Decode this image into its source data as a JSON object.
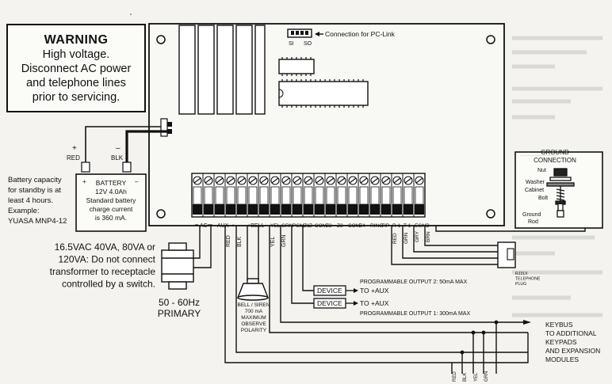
{
  "warning": {
    "title": "WARNING",
    "lines": [
      "High voltage.",
      "Disconnect AC power",
      "and telephone lines",
      "prior to servicing."
    ]
  },
  "pc_link": {
    "label": "Connection for PC-Link",
    "pins": [
      "SI",
      "SO"
    ]
  },
  "battery": {
    "red_label": "RED",
    "blk_label": "BLK",
    "plus": "+",
    "minus": "–",
    "box_lines": [
      "BATTERY",
      "12V  4.0Ah",
      "Standard battery",
      "charge current",
      "is 360 mA."
    ],
    "capacity_lines": [
      "Battery capacity",
      "for standby is at",
      "least 4 hours.",
      "Example:",
      "YUASA MNP4-12"
    ]
  },
  "terminals": [
    "AC",
    "AUX",
    "BELL",
    "YEL",
    "GRN",
    "PGM",
    "Z1",
    "COM",
    "Z2",
    "Z3",
    "COM",
    "Z4",
    "RING",
    "TIP",
    "R-1",
    "T-1",
    "EGND"
  ],
  "terminal_marks": {
    "aux_plus": "+",
    "bell_plus": "+BELL–",
    "pgm2": "2"
  },
  "wire_labels": {
    "red": "RED",
    "blk": "BLK",
    "yel": "YEL",
    "grn": "GRN",
    "brn": "BRN",
    "gry": "GRY"
  },
  "transformer_text": [
    "16.5VAC 40VA, 80VA or",
    "120VA: Do not connect",
    "transformer to receptacle",
    "controlled by a switch."
  ],
  "primary": [
    "50 - 60Hz",
    "PRIMARY"
  ],
  "siren": [
    "BELL / SIREN",
    "700 mA",
    "MAXIMUM",
    "OBSERVE",
    "POLARITY"
  ],
  "devices": [
    {
      "label": "DEVICE",
      "to": "TO +AUX",
      "note": "PROGRAMMABLE OUTPUT 2: 50mA MAX"
    },
    {
      "label": "DEVICE",
      "to": "TO +AUX",
      "note": "PROGRAMMABLE OUTPUT 1: 300mA MAX"
    }
  ],
  "keybus": [
    "KEYBUS",
    "TO ADDITIONAL",
    "KEYPADS",
    "AND EXPANSION",
    "MODULES"
  ],
  "keybus_colors": [
    "RED",
    "BLK",
    "YEL",
    "GRN"
  ],
  "telephone_plug": [
    "RJ31X",
    "TELEPHONE",
    "PLUG"
  ],
  "ground": {
    "title": [
      "GROUND",
      "CONNECTION"
    ],
    "parts": [
      "Nut",
      "Washer",
      "Cabinet",
      "Bolt",
      "Ground",
      "Rod"
    ]
  }
}
